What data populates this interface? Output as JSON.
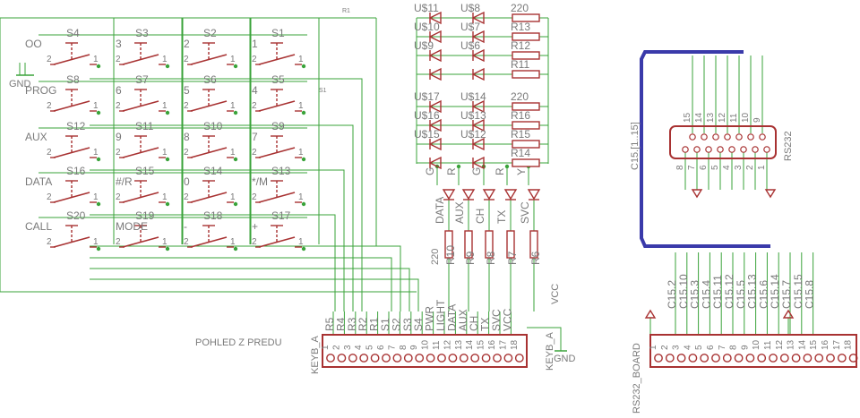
{
  "keypad": {
    "keys": [
      {
        "name": "S4",
        "label": "OO"
      },
      {
        "name": "S3",
        "label": "3"
      },
      {
        "name": "S2",
        "label": "2"
      },
      {
        "name": "S1",
        "label": "1"
      },
      {
        "name": "S8",
        "label": "PROG"
      },
      {
        "name": "S7",
        "label": "6"
      },
      {
        "name": "S6",
        "label": "5"
      },
      {
        "name": "S5",
        "label": "4"
      },
      {
        "name": "S12",
        "label": "AUX"
      },
      {
        "name": "S11",
        "label": "9"
      },
      {
        "name": "S10",
        "label": "8"
      },
      {
        "name": "S9",
        "label": "7"
      },
      {
        "name": "S16",
        "label": "DATA"
      },
      {
        "name": "S15",
        "label": "#/R"
      },
      {
        "name": "S14",
        "label": "0"
      },
      {
        "name": "S13",
        "label": "*/M"
      },
      {
        "name": "S20",
        "label": "CALL"
      },
      {
        "name": "S19",
        "label": "MODE"
      },
      {
        "name": "S18",
        "label": "-"
      },
      {
        "name": "S17",
        "label": "+"
      }
    ],
    "gnd_label": "GND",
    "r1_label": "R1",
    "s1_label": "S1"
  },
  "led_array": {
    "rows": [
      {
        "left": "U$11",
        "right": "U$8",
        "res": "220"
      },
      {
        "left": "U$10",
        "right": "U$7",
        "res": "R13"
      },
      {
        "left": "U$9",
        "right": "U$6",
        "res": "R12"
      },
      {
        "left": "",
        "right": "",
        "res": "R11"
      },
      {
        "left": "U$17",
        "right": "U$14",
        "res": "220"
      },
      {
        "left": "U$16",
        "right": "U$13",
        "res": "R16"
      },
      {
        "left": "U$15",
        "right": "U$12",
        "res": "R15"
      },
      {
        "left": "",
        "right": "",
        "res": "R14"
      }
    ],
    "color_labels": [
      "G",
      "R",
      "G",
      "R",
      "Y"
    ]
  },
  "indicators": {
    "leds": [
      "DATA",
      "AUX",
      "CH",
      "TX",
      "SVC"
    ],
    "res_left": "220",
    "res_values": [
      "R10",
      "R9",
      "R8",
      "R7",
      "R6"
    ],
    "vcc": "VCC"
  },
  "keyb_connector": {
    "name": "KEYB_A",
    "name_right": "KEYB_A",
    "gnd": "GND",
    "caption": "POHLED Z PREDU",
    "signals": [
      "R5",
      "R4",
      "R3",
      "R2",
      "R1",
      "S1",
      "S2",
      "S3",
      "S4",
      "PWR",
      "LIGHT",
      "DATA",
      "AUX",
      "CH",
      "TX",
      "SVC",
      "VCC"
    ],
    "pins": [
      "1",
      "2",
      "3",
      "4",
      "5",
      "6",
      "7",
      "8",
      "9",
      "10",
      "11",
      "12",
      "13",
      "14",
      "15",
      "16",
      "17",
      "18"
    ]
  },
  "rs232": {
    "bus_label": "C15.[1..15]",
    "dsub_label": "RS232",
    "top_pins": [
      "15",
      "14",
      "13",
      "12",
      "11",
      "10",
      "9"
    ],
    "bottom_pins": [
      "8",
      "7",
      "6",
      "5",
      "4",
      "3",
      "2",
      "1"
    ],
    "board_name": "RS232_BOARD",
    "board_signals": [
      "C15.2",
      "C15.10",
      "C15.3",
      "C15.4",
      "C15.11",
      "C15.12",
      "C15.5",
      "C15.13",
      "C15.6",
      "C15.14",
      "C15.7",
      "C15.15",
      "C15.8"
    ],
    "pins": [
      "1",
      "2",
      "3",
      "4",
      "5",
      "6",
      "7",
      "8",
      "9",
      "10",
      "11",
      "12",
      "13",
      "14",
      "15",
      "16",
      "17",
      "18"
    ]
  },
  "colors": {
    "wire": "#3aa33a",
    "part": "#a83232",
    "text": "#7a7a7a",
    "bus": "#3a3aaa",
    "pad": "#a83232"
  }
}
